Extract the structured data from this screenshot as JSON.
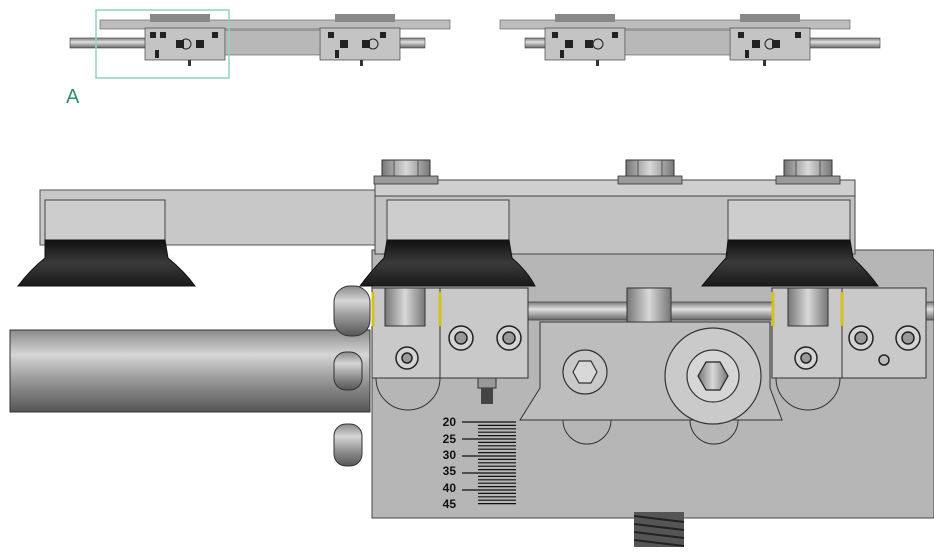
{
  "callout": {
    "detail_label": "A",
    "frame_color": "#8fd3c4",
    "label_color": "#2e8f6e"
  },
  "scale": {
    "labels": [
      "20",
      "25",
      "30",
      "35",
      "40",
      "45"
    ]
  },
  "colors": {
    "steel_light": "#c9c9c9",
    "steel_mid": "#a9a9a9",
    "steel_dark": "#5a5a5a",
    "rubber": "#2a2a2a",
    "accent_yellow": "#d4c21a"
  }
}
